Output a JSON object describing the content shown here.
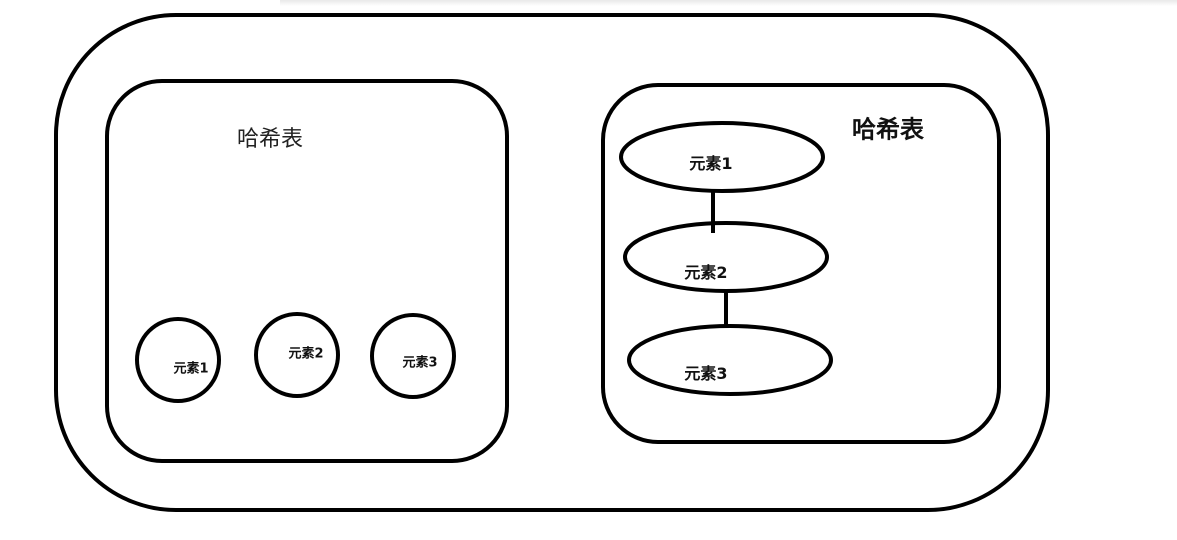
{
  "diagram": {
    "left_panel": {
      "title": "哈希表",
      "elements": [
        "元素1",
        "元素2",
        "元素3"
      ]
    },
    "right_panel": {
      "title": "哈希表",
      "elements": [
        "元素1",
        "元素2",
        "元素3"
      ]
    }
  }
}
